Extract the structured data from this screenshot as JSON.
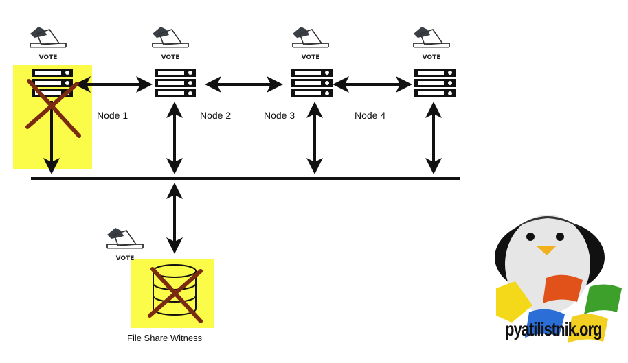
{
  "diagram": {
    "nodes": [
      {
        "label": "Node 1",
        "status": "failed",
        "vote": "VOTE"
      },
      {
        "label": "Node 2",
        "status": "online",
        "vote": "VOTE"
      },
      {
        "label": "Node 3",
        "status": "online",
        "vote": "VOTE"
      },
      {
        "label": "Node 4",
        "status": "online",
        "vote": "VOTE"
      }
    ],
    "witness": {
      "label": "File Share Witness",
      "status": "failed",
      "vote": "VOTE"
    },
    "colors": {
      "highlight": "#fbfb4a",
      "cross": "#7a2a10",
      "line": "#111111"
    }
  },
  "logo": {
    "text": "pyatilistnik.org"
  }
}
